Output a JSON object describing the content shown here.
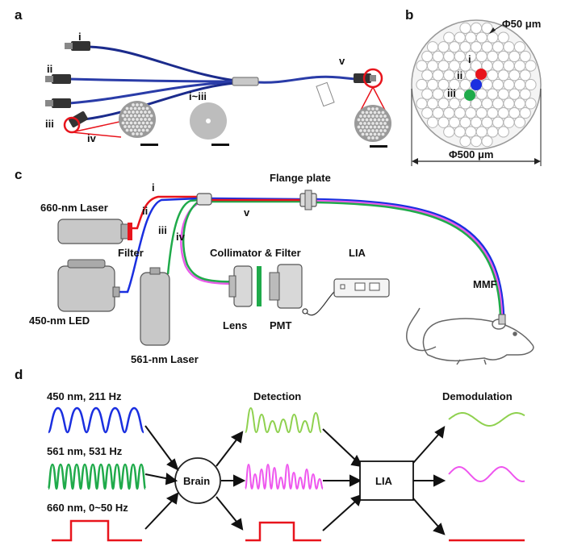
{
  "panel_a": {
    "letter": "a",
    "branch_labels": [
      "i",
      "ii",
      "iii",
      "iv",
      "v"
    ],
    "cross_section_label": "i~iii"
  },
  "panel_b": {
    "letter": "b",
    "label_top": "Φ50 μm",
    "label_bottom": "Φ500 μm",
    "fiber_labels": [
      "i",
      "ii",
      "iii"
    ],
    "colors": {
      "i": "#e8141c",
      "ii": "#1a2fe0",
      "iii": "#1faa4a"
    }
  },
  "panel_c": {
    "letter": "c",
    "flange": "Flange plate",
    "laser660": "660-nm Laser",
    "filter": "Filter",
    "led450": "450-nm LED",
    "laser561": "561-nm Laser",
    "collimator": "Collimator & Filter",
    "lens": "Lens",
    "pmt": "PMT",
    "lia": "LIA",
    "mmf": "MMF",
    "labels": {
      "i": "i",
      "ii": "ii",
      "iii": "iii",
      "iv": "iv",
      "v": "v"
    },
    "colors": {
      "red": "#e8141c",
      "blue": "#1a2fe0",
      "green": "#1faa4a",
      "pink": "#e85ce8"
    }
  },
  "panel_d": {
    "letter": "d",
    "input1": "450 nm,  211 Hz",
    "input2": "561 nm,  531 Hz",
    "input3": "660 nm,  0~50 Hz",
    "brain": "Brain",
    "detection": "Detection",
    "lia": "LIA",
    "demodulation": "Demodulation",
    "colors": {
      "blue": "#1a2fe0",
      "green": "#1faa4a",
      "red": "#e8141c",
      "lightgreen": "#8fd14f",
      "pink": "#ee55ee"
    }
  }
}
